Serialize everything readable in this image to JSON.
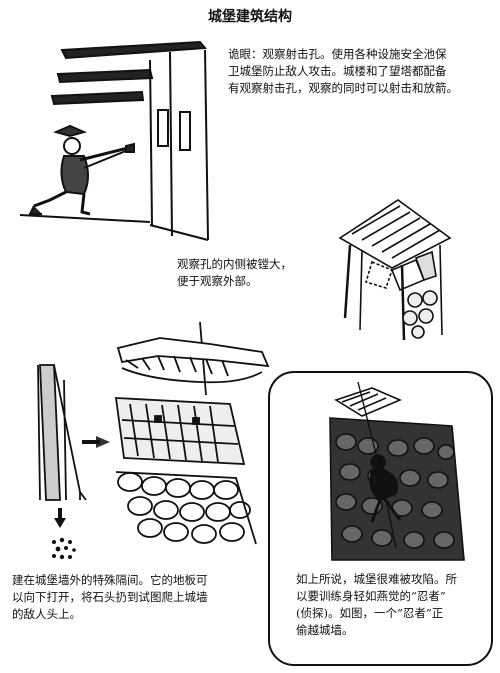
{
  "title": "城堡建筑结构",
  "captions": {
    "intro_lines": [
      "诡眼：观察射击孔。使用各种设施安全池保",
      "卫城堡防止敌人攻击。城楼和了望塔都配备",
      "有观察射击孔，观察的同时可以射击和放箭。"
    ],
    "peephole_lines": [
      "观察孔的内侧被镗大，",
      "便于观察外部。"
    ],
    "drop_room_lines": [
      "建在城堡墙外的特殊隔间。它的地板可",
      "以向下打开，将石头扔到试图爬上城墙",
      "的敌人头上。"
    ],
    "ninja_lines": [
      "如上所说，城堡很难被攻陷。所",
      "以要训练身轻如燕觉的“忍者”",
      "(侦探)。如图，一个“忍者”正",
      "偷越城墙。"
    ]
  },
  "illustrations": {
    "archer": "archer-shooting-through-loophole",
    "tower": "watchtower-with-peephole",
    "wall_section": "wall-cross-section-with-falling-stones",
    "drop_room": "overhanging-drop-room-on-stone-wall",
    "ninja": "ninja-climbing-castle-wall"
  }
}
